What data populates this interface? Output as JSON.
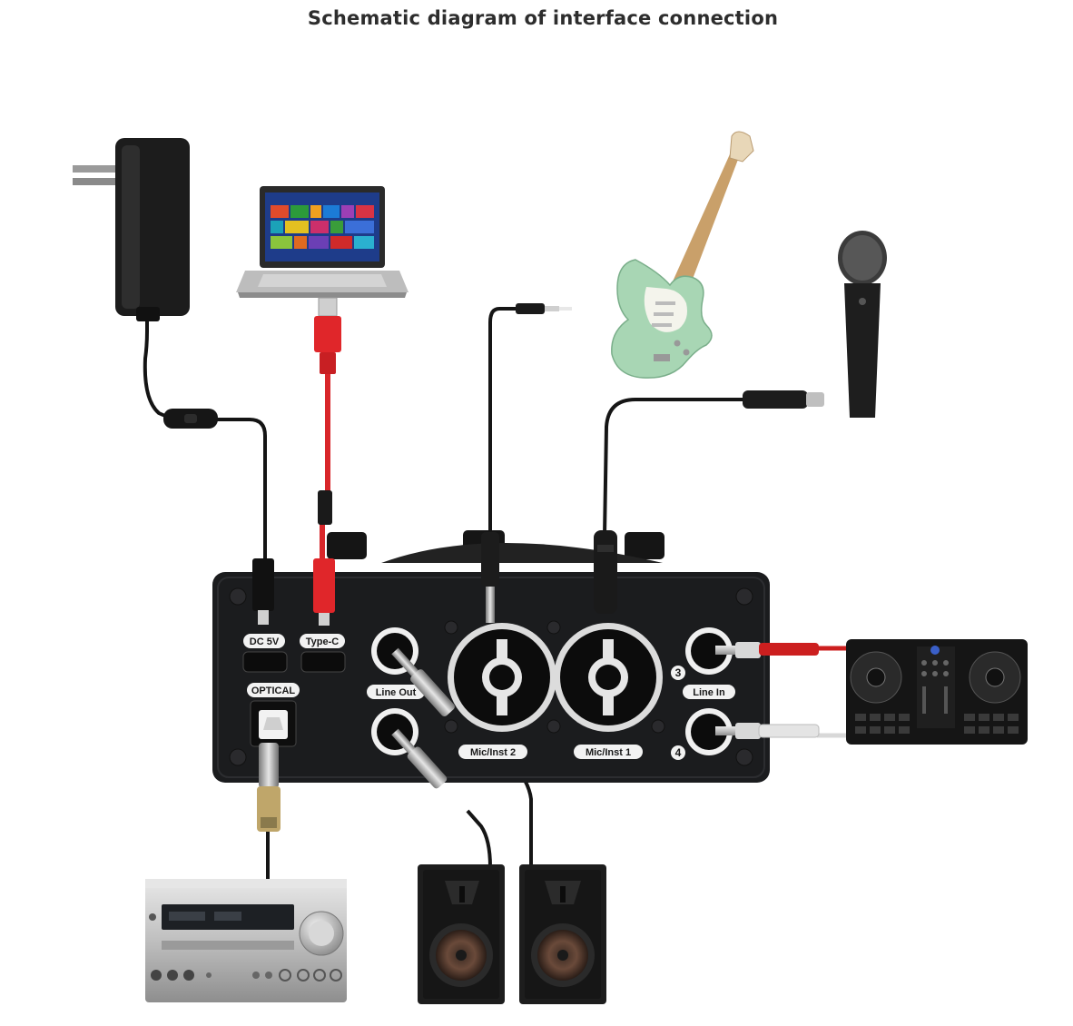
{
  "title": "Schematic diagram of interface connection",
  "ports": {
    "dc": "DC 5V",
    "typec": "Type-C",
    "optical": "OPTICAL",
    "line_out": "Line Out",
    "line_in": "Line In",
    "mic2": "Mic/Inst 2",
    "mic1": "Mic/Inst 1",
    "ch3": "3",
    "ch4": "4"
  },
  "devices": [
    "power-adapter",
    "laptop",
    "electric-guitar",
    "microphone",
    "dj-controller",
    "hifi-amplifier",
    "studio-monitor-speakers"
  ],
  "colors": {
    "interface_body": "#1b1c1e",
    "usb_cable": "#e0262a",
    "guitar_body": "#a8d6b4",
    "pill_label": "#f2f2f2"
  }
}
